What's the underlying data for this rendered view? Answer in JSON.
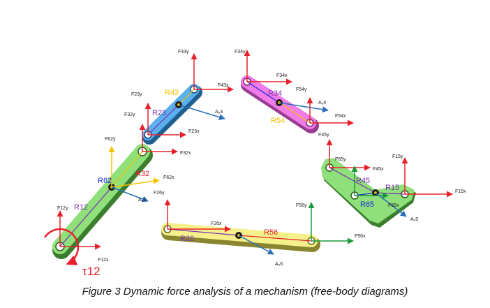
{
  "caption": "Figure 3 Dynamic force analysis of a mechanism (free-body diagrams)",
  "colors": {
    "force": "#e8202a",
    "accel": "#2a6fb8",
    "radius": "#7a2fb0",
    "yellow": "#f2c200",
    "green_force": "#1a9a3a",
    "blue_r": "#1b2ad8",
    "link_green": "#8fe07a",
    "link_blue": "#5ab0ee",
    "link_pink": "#f07ce8",
    "link_yellow": "#f5f08a"
  },
  "labels": {
    "f43y": "F43y",
    "f34y": "F34y",
    "f34x": "F34x",
    "f43x": "F43x",
    "f54y": "F54y",
    "a4": "Aₒ4",
    "f54x": "F54x",
    "r34": "R34",
    "r54": "R54",
    "f45y": "F45y",
    "f23y": "F23y",
    "r43": "R43",
    "r23": "R23",
    "a3": "Aₒ3",
    "f32y": "F32y",
    "f23x": "F23x",
    "f62y": "F62y",
    "f32x": "F32x",
    "r32": "R32",
    "r62": "R62",
    "f62x": "F62x",
    "a2": "Aₒ2",
    "f26y": "F26y",
    "f12y": "F12y",
    "r12": "R12",
    "f12x": "F12x",
    "tau12": "τ12",
    "f26x": "F26x",
    "r26": "R26",
    "r56": "R56",
    "a6": "Aₒ6",
    "f56y": "F56y",
    "f56x": "F56x",
    "f65y": "F65y",
    "f15y": "F15y",
    "f45x": "F45x",
    "r45": "R45",
    "r15": "R15",
    "f15x": "F15x",
    "r65": "R65",
    "f65x": "F65x",
    "a5": "Aₒ5"
  }
}
